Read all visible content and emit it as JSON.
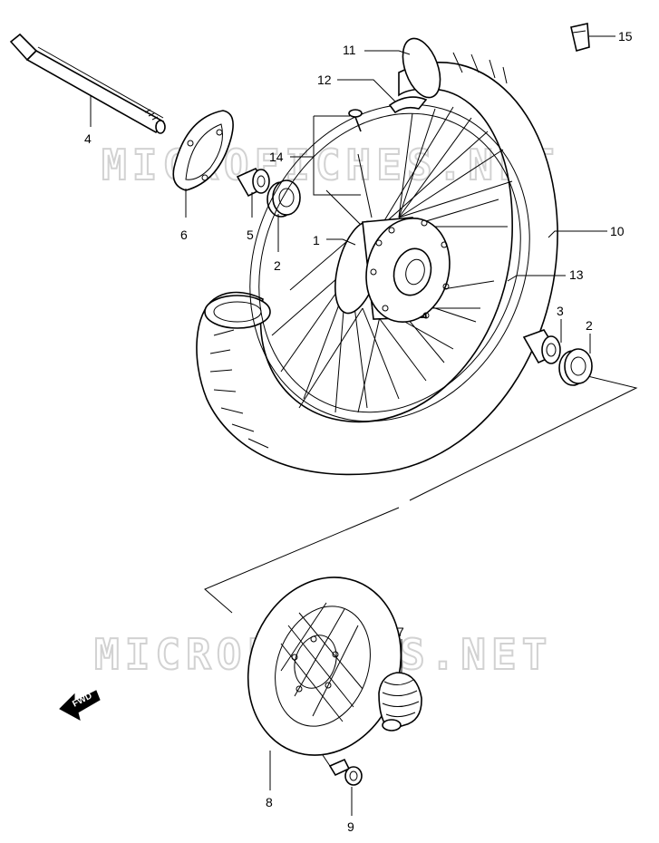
{
  "watermark": {
    "top_text": "MICROFICHES.NET",
    "bottom_text": "MICROFICHES.NET"
  },
  "direction_badge": {
    "label": "FWD"
  },
  "callouts": {
    "c1": "1",
    "c2a": "2",
    "c2b": "2",
    "c3": "3",
    "c4": "4",
    "c5": "5",
    "c6": "6",
    "c7": "7",
    "c8": "8",
    "c9": "9",
    "c10": "10",
    "c11": "11",
    "c12": "12",
    "c13": "13",
    "c14": "14",
    "c15": "15"
  },
  "colors": {
    "line": "#000000",
    "watermark": "#d2d2d2",
    "background": "#ffffff"
  }
}
